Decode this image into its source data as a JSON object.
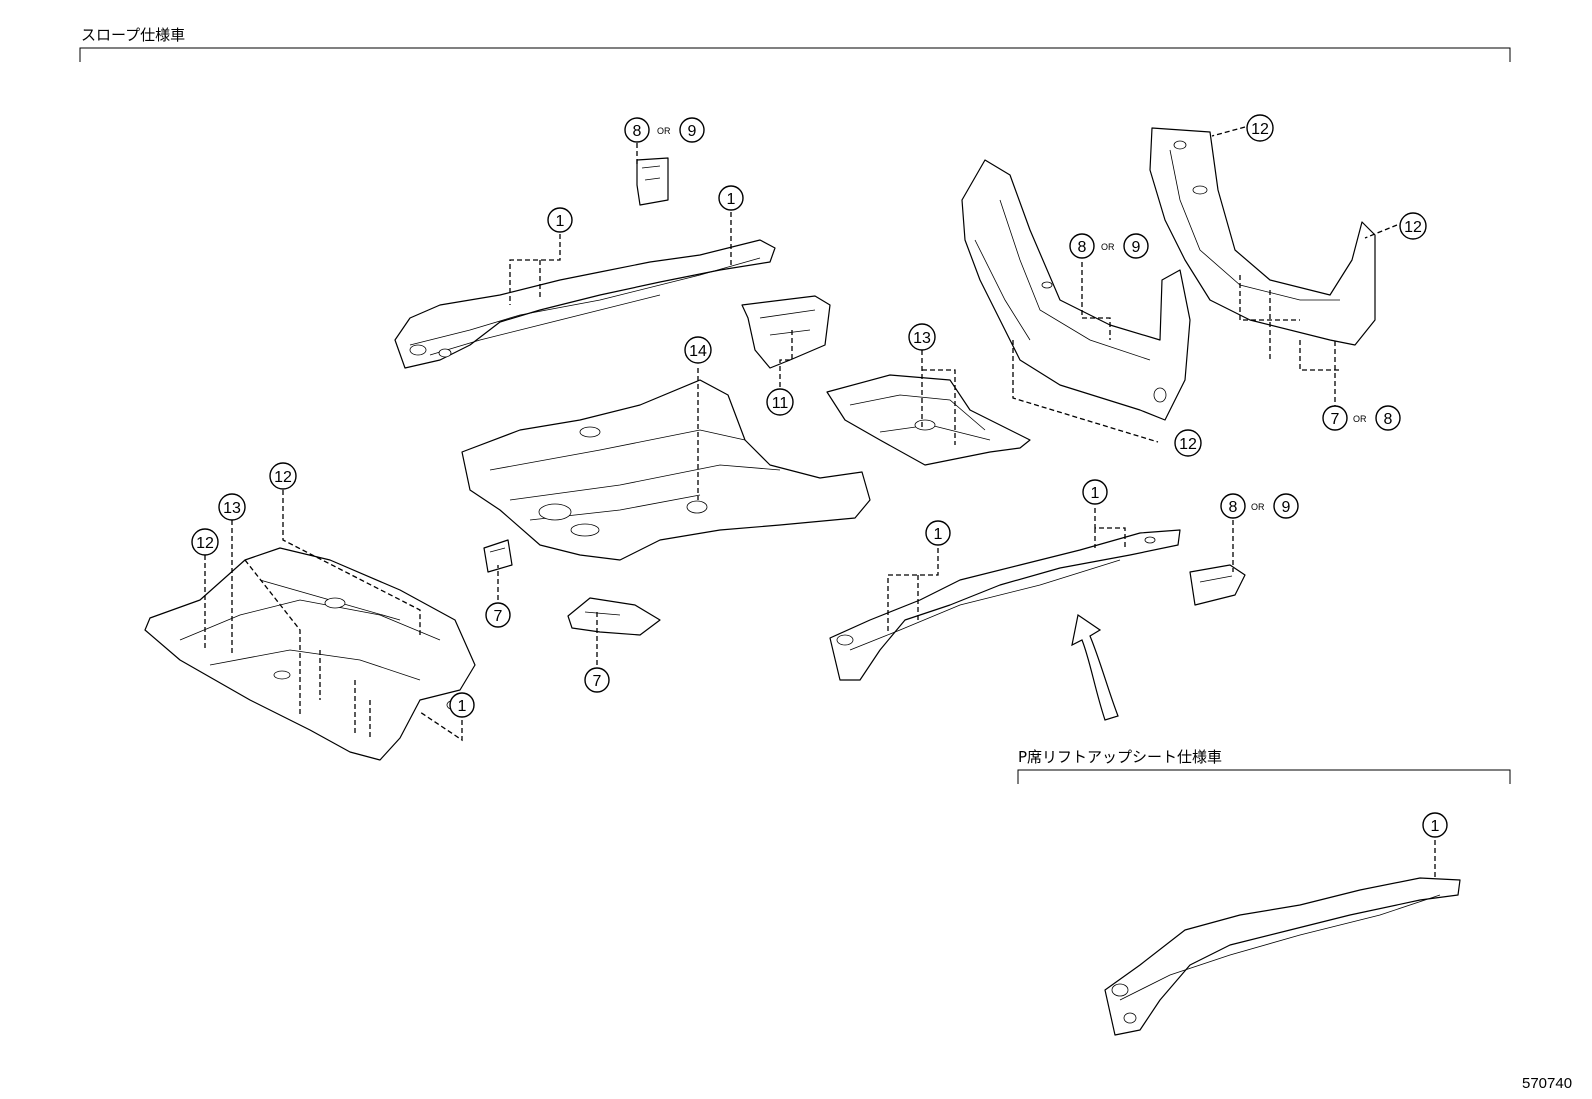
{
  "sections": {
    "slope": {
      "title": "スロープ仕様車"
    },
    "lift_seat": {
      "title": "P席リフトアップシート仕様車"
    }
  },
  "figure_id": "570740",
  "or_text": "OR",
  "callouts": [
    {
      "id": "c-top-8",
      "num": "8",
      "alt": "9"
    },
    {
      "id": "c-rail-left",
      "num": "1"
    },
    {
      "id": "c-rail-right",
      "num": "1"
    },
    {
      "id": "c-pillar-mid",
      "num": "8",
      "alt": "9"
    },
    {
      "id": "c-pillar-top",
      "num": "12"
    },
    {
      "id": "c-pillar-side",
      "num": "12"
    },
    {
      "id": "c-pillar-bottom",
      "num": "12"
    },
    {
      "id": "c-pillar-78",
      "num": "7",
      "alt": "8"
    },
    {
      "id": "c-bracket-11",
      "num": "11"
    },
    {
      "id": "c-floor-14",
      "num": "14"
    },
    {
      "id": "c-pan-13",
      "num": "13"
    },
    {
      "id": "c-rear-12a",
      "num": "12"
    },
    {
      "id": "c-rear-13",
      "num": "13"
    },
    {
      "id": "c-rear-12b",
      "num": "12"
    },
    {
      "id": "c-rear-1",
      "num": "1"
    },
    {
      "id": "c-small-7a",
      "num": "7"
    },
    {
      "id": "c-small-7b",
      "num": "7"
    },
    {
      "id": "c-lower-1a",
      "num": "1"
    },
    {
      "id": "c-lower-1b",
      "num": "1"
    },
    {
      "id": "c-lower-89",
      "num": "8",
      "alt": "9"
    },
    {
      "id": "c-lift-1",
      "num": "1"
    }
  ]
}
